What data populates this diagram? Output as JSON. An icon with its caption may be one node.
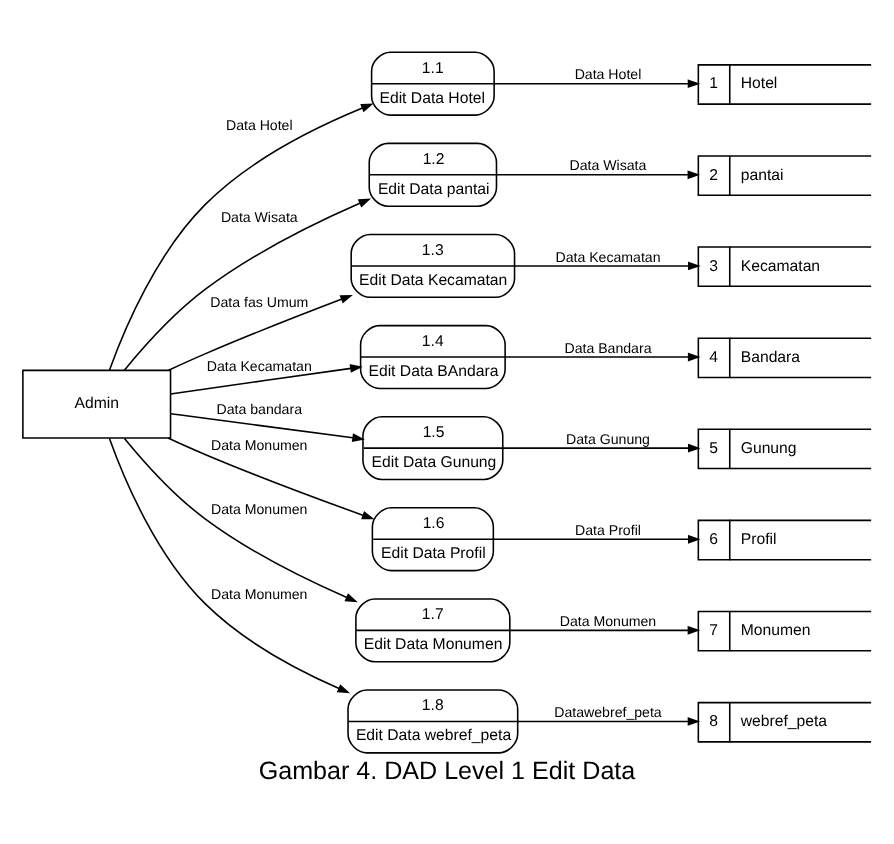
{
  "diagram": {
    "caption": "Gambar 4. DAD Level 1 Edit Data",
    "nodes": [
      {
        "text": [
          "Admin"
        ]
      },
      {
        "text": [
          "1.1",
          "Edit Data Hotel"
        ]
      },
      {
        "text": [
          "1",
          "Hotel"
        ]
      },
      {
        "text": [
          "1.2",
          "Edit Data pantai"
        ]
      },
      {
        "text": [
          "2",
          "pantai"
        ]
      },
      {
        "text": [
          "1.3",
          "Edit Data Kecamatan"
        ]
      },
      {
        "text": [
          "3",
          "Kecamatan"
        ]
      },
      {
        "text": [
          "1.4",
          "Edit Data BAndara"
        ]
      },
      {
        "text": [
          "4",
          "Bandara"
        ]
      },
      {
        "text": [
          "1.5",
          "Edit Data Gunung"
        ]
      },
      {
        "text": [
          "5",
          "Gunung"
        ]
      },
      {
        "text": [
          "1.6",
          "Edit Data Profil"
        ]
      },
      {
        "text": [
          "6",
          "Profil"
        ]
      },
      {
        "text": [
          "1.7",
          "Edit Data Monumen"
        ]
      },
      {
        "text": [
          "7",
          "Monumen"
        ]
      },
      {
        "text": [
          "1.8",
          "Edit Data webref_peta"
        ]
      },
      {
        "text": [
          "8",
          "webref_peta"
        ]
      }
    ],
    "edges": [
      {
        "from": 0,
        "to": 1,
        "arrow": "to",
        "label": "Data Hotel"
      },
      {
        "from": 1,
        "to": 2,
        "arrow": "to",
        "label": "Data Hotel"
      },
      {
        "from": 0,
        "to": 3,
        "arrow": "to",
        "label": "Data Wisata"
      },
      {
        "from": 3,
        "to": 4,
        "arrow": "to",
        "label": "Data Wisata"
      },
      {
        "from": 0,
        "to": 5,
        "arrow": "to",
        "label": "Data fas Umum"
      },
      {
        "from": 5,
        "to": 6,
        "arrow": "to",
        "label": "Data Kecamatan"
      },
      {
        "from": 0,
        "to": 7,
        "arrow": "to",
        "label": "Data Kecamatan"
      },
      {
        "from": 7,
        "to": 8,
        "arrow": "to",
        "label": "Data Bandara"
      },
      {
        "from": 0,
        "to": 9,
        "arrow": "to",
        "label": "Data bandara"
      },
      {
        "from": 9,
        "to": 10,
        "arrow": "to",
        "label": "Data Gunung"
      },
      {
        "from": 0,
        "to": 11,
        "arrow": "to",
        "label": "Data Monumen"
      },
      {
        "from": 11,
        "to": 12,
        "arrow": "to",
        "label": "Data Profil"
      },
      {
        "from": 0,
        "to": 13,
        "arrow": "to",
        "label": "Data Monumen"
      },
      {
        "from": 13,
        "to": 14,
        "arrow": "to",
        "label": "Data Monumen"
      },
      {
        "from": 0,
        "to": 15,
        "arrow": "to",
        "label": "Data Monumen"
      },
      {
        "from": 15,
        "to": 16,
        "arrow": "to",
        "label": "Datawebref_peta"
      }
    ]
  }
}
